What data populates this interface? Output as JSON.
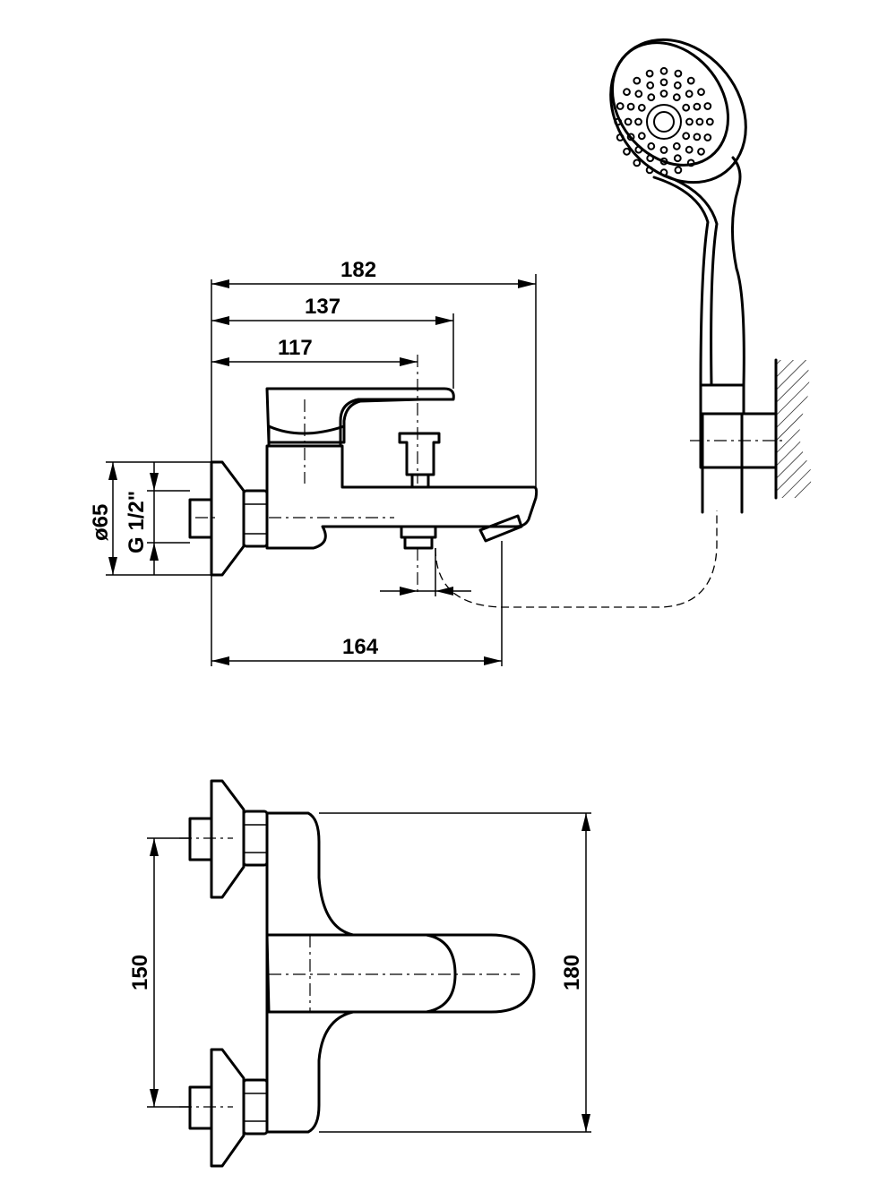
{
  "side_view": {
    "dim_overall_length": "182",
    "dim_lever_tip": "137",
    "dim_diverter_axis": "117",
    "dim_spout_outlet": "164",
    "dim_flange_diameter": "ø65",
    "dim_connection_thread": "G 1/2\""
  },
  "top_view": {
    "dim_inlet_spacing": "150",
    "dim_overall_width": "180"
  }
}
